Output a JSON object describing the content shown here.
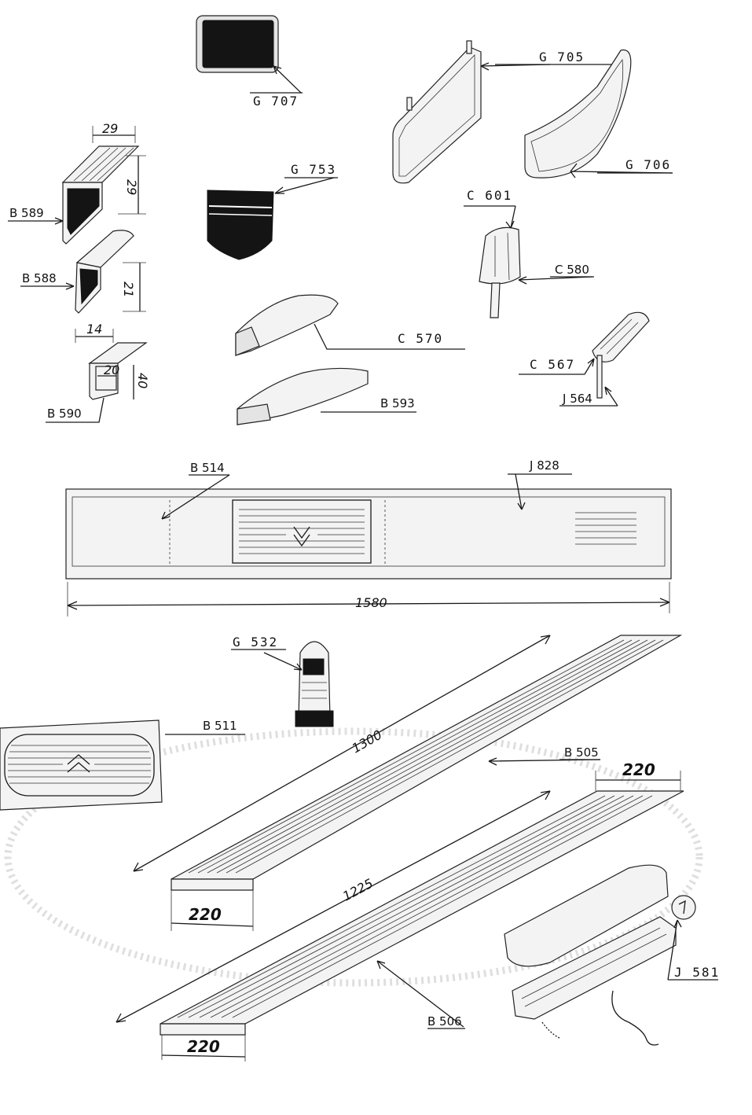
{
  "labels": {
    "g707": "G 707",
    "g705": "G 705",
    "g706": "G 706",
    "g753": "G 753",
    "c601": "C 601",
    "c580": "C 580",
    "c570": "C 570",
    "c567": "C 567",
    "j564": "J 564",
    "b589": "B 589",
    "b588": "B 588",
    "b590": "B 590",
    "b593": "B 593",
    "b514": "B 514",
    "j828": "J 828",
    "g532": "G 532",
    "b511": "B 511",
    "b505": "B 505",
    "j581": "J 581",
    "b506": "B 506"
  },
  "dimensions": {
    "b589_width": "29",
    "b589_height": "29",
    "b588_height": "21",
    "b590_width": "14",
    "b590_inner": "20",
    "b590_height": "40",
    "j828_length": "1580",
    "b505_length": "1300",
    "b505_width": "220",
    "b506_length": "1225",
    "b505_end_width": "220",
    "b506_end_width": "220"
  },
  "colors": {
    "ink": "#141414",
    "paper": "#ffffff"
  }
}
